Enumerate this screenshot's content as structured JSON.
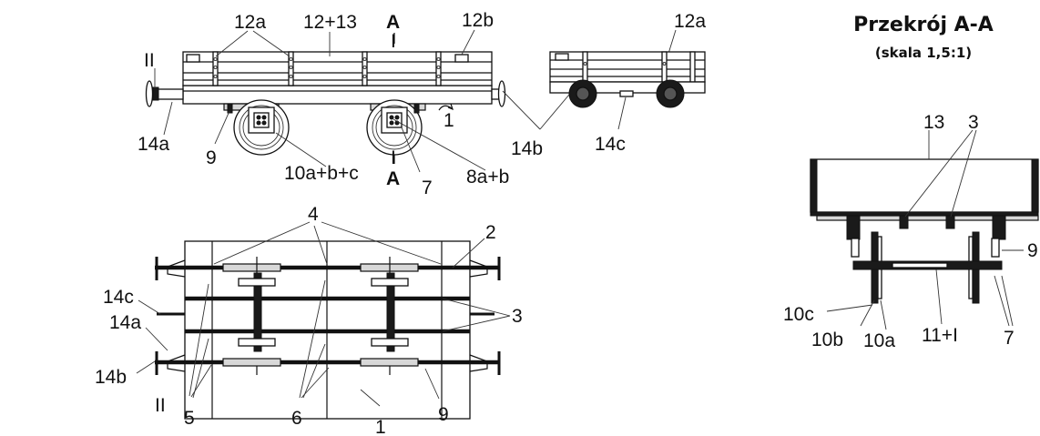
{
  "section": {
    "title": "Przekrój A-A",
    "scale": "(skala 1,5:1)"
  },
  "labels": {
    "side_12a_left": "12a",
    "side_12_13": "12+13",
    "side_A_top": "A",
    "side_I_top": "I",
    "side_12b": "12b",
    "end_12a": "12a",
    "side_II": "II",
    "side_14a": "14a",
    "side_9": "9",
    "side_10abc": "10a+b+c",
    "side_I_bottom": "I",
    "side_A_bottom": "A",
    "side_7": "7",
    "side_8ab": "8a+b",
    "side_1": "1",
    "end_14b": "14b",
    "end_14c": "14c",
    "plan_4": "4",
    "plan_2": "2",
    "plan_3": "3",
    "plan_14c": "14c",
    "plan_14a": "14a",
    "plan_14b": "14b",
    "plan_II": "II",
    "plan_5": "5",
    "plan_6": "6",
    "plan_1": "1",
    "plan_9": "9",
    "sec_13": "13",
    "sec_3": "3",
    "sec_9": "9",
    "sec_10c": "10c",
    "sec_10b": "10b",
    "sec_10a": "10a",
    "sec_11I": "11+I",
    "sec_7": "7"
  }
}
